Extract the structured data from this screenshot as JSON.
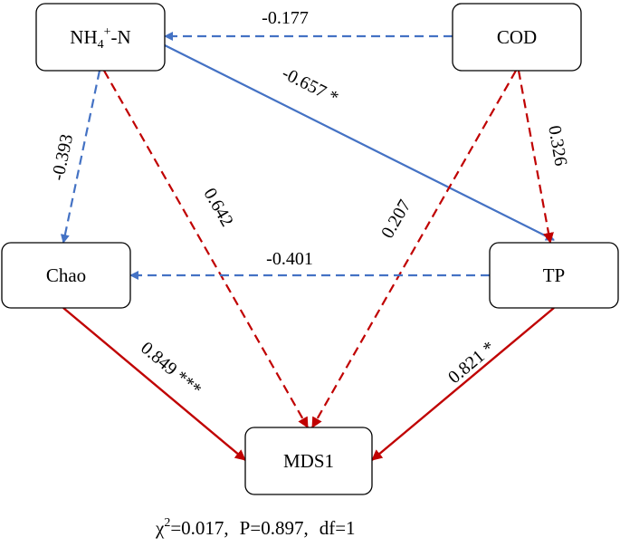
{
  "colors": {
    "positive": "#c00000",
    "negative": "#4472c4",
    "box_stroke": "#000000"
  },
  "nodes": {
    "nh4n": {
      "base": "NH",
      "sub": "4",
      "sup": "+",
      "suffix": "-N"
    },
    "cod": {
      "label": "COD"
    },
    "chao": {
      "label": "Chao"
    },
    "tp": {
      "label": "TP"
    },
    "mds1": {
      "label": "MDS1"
    }
  },
  "paths": {
    "cod_nh4n": {
      "coef": "-0.177",
      "sign": "negative",
      "significant": false
    },
    "nh4n_tp": {
      "coef": "-0.657 *",
      "sign": "negative",
      "significant": true
    },
    "nh4n_chao": {
      "coef": "-0.393",
      "sign": "negative",
      "significant": false
    },
    "nh4n_mds1": {
      "coef": "0.642",
      "sign": "positive",
      "significant": false
    },
    "cod_mds1": {
      "coef": "0.207",
      "sign": "positive",
      "significant": false
    },
    "cod_tp": {
      "coef": "0.326",
      "sign": "positive",
      "significant": false
    },
    "tp_chao": {
      "coef": "-0.401",
      "sign": "negative",
      "significant": false
    },
    "chao_mds1": {
      "coef": "0.849 ***",
      "sign": "positive",
      "significant": true
    },
    "tp_mds1": {
      "coef": "0.821 *",
      "sign": "positive",
      "significant": true
    }
  },
  "fit": {
    "chi_symbol": "χ",
    "chi_sup": "2",
    "chi_value": "=0.017,",
    "p_value": "P=0.897,",
    "df": "df=1"
  }
}
